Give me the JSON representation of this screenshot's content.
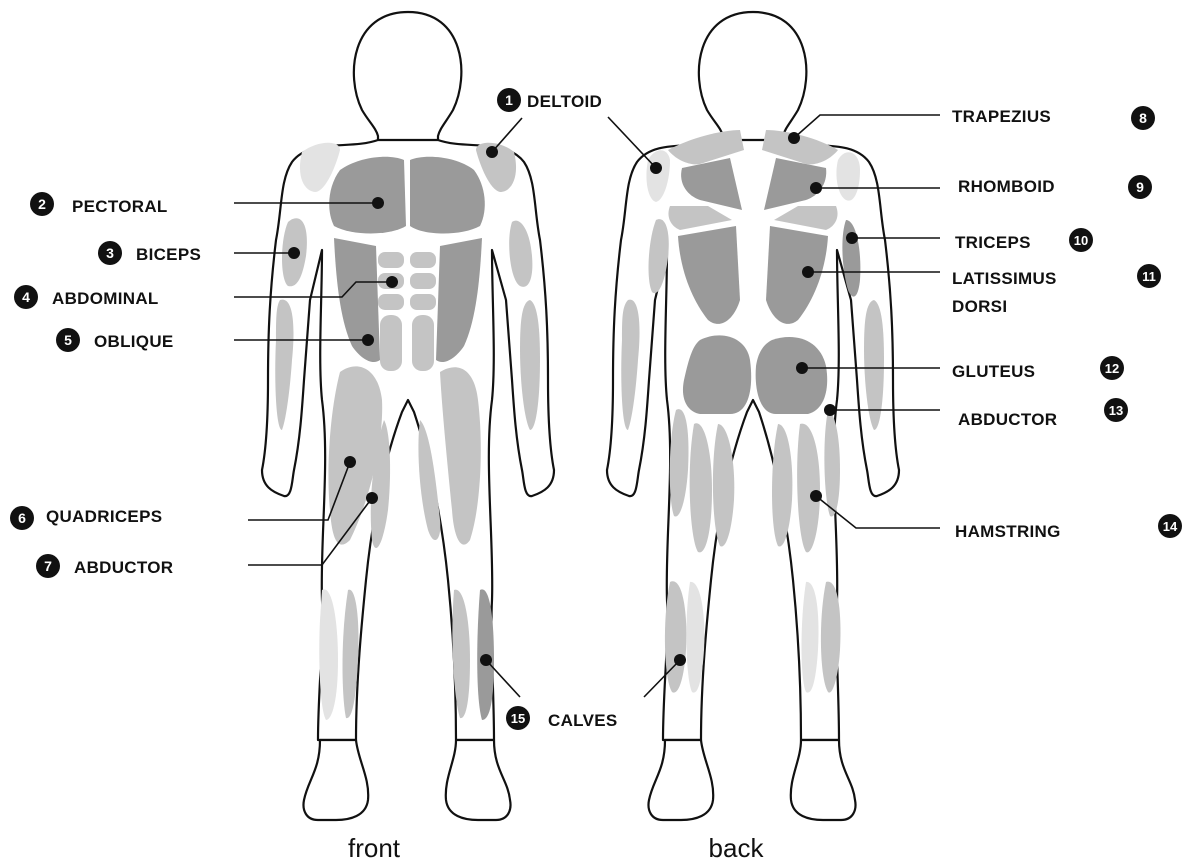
{
  "colors": {
    "muscle_light": "#c4c4c4",
    "muscle_dark": "#9a9a9a",
    "muscle_very_light": "#e3e3e3",
    "outline": "#111111",
    "badge": "#111111"
  },
  "captions": {
    "front": "front",
    "back": "back"
  },
  "labels": {
    "deltoid": {
      "num": "1",
      "text": "DELTOID"
    },
    "pectoral": {
      "num": "2",
      "text": "PECTORAL"
    },
    "biceps": {
      "num": "3",
      "text": "BICEPS"
    },
    "abdominal": {
      "num": "4",
      "text": "ABDOMINAL"
    },
    "oblique": {
      "num": "5",
      "text": "OBLIQUE"
    },
    "quadriceps": {
      "num": "6",
      "text": "QUADRICEPS"
    },
    "abductor_front": {
      "num": "7",
      "text": "ABDUCTOR"
    },
    "trapezius": {
      "num": "8",
      "text": "TRAPEZIUS"
    },
    "rhomboid": {
      "num": "9",
      "text": "RHOMBOID"
    },
    "triceps": {
      "num": "10",
      "text": "TRICEPS"
    },
    "latissimus": {
      "num": "11",
      "text": "LATISSIMUS",
      "text2": "DORSI"
    },
    "gluteus": {
      "num": "12",
      "text": "GLUTEUS"
    },
    "abductor_back": {
      "num": "13",
      "text": "ABDUCTOR"
    },
    "hamstring": {
      "num": "14",
      "text": "HAMSTRING"
    },
    "calves": {
      "num": "15",
      "text": "CALVES"
    }
  }
}
